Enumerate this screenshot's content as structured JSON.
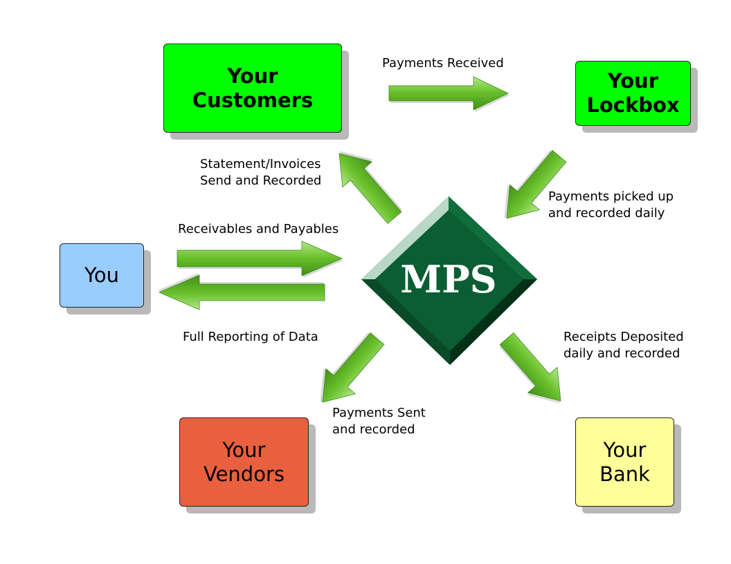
{
  "nodes": {
    "customers": "Your\nCustomers",
    "lockbox": "Your\nLockbox",
    "you": "You",
    "vendors": "Your\nVendors",
    "bank": "Your\nBank",
    "mps": "MPS"
  },
  "labels": {
    "payments_received": "Payments Received",
    "statement": "Statement/Invoices\nSend and Recorded",
    "picked_up": "Payments picked up\nand recorded daily",
    "receivables_payables": "Receivables and Payables",
    "full_reporting": "Full Reporting of Data",
    "deposited": "Receipts Deposited\ndaily and recorded",
    "sent": "Payments Sent\nand recorded"
  },
  "colors": {
    "customers": "#00ff00",
    "lockbox": "#00ff00",
    "you": "#99ccff",
    "vendors": "#e8603e",
    "bank": "#ffff99",
    "mps": "#0b5e33",
    "arrow": "#6abf2a"
  },
  "edges": [
    {
      "from": "customers",
      "to": "lockbox",
      "label": "payments_received"
    },
    {
      "from": "lockbox",
      "to": "mps",
      "label": "picked_up"
    },
    {
      "from": "mps",
      "to": "customers",
      "label": "statement"
    },
    {
      "from": "you",
      "to": "mps",
      "label": "receivables_payables"
    },
    {
      "from": "mps",
      "to": "you",
      "label": "full_reporting"
    },
    {
      "from": "mps",
      "to": "vendors",
      "label": "sent"
    },
    {
      "from": "mps",
      "to": "bank",
      "label": "deposited"
    }
  ]
}
